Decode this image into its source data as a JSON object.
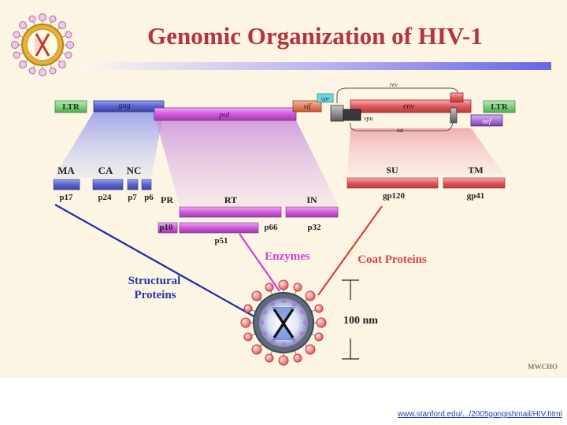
{
  "title": "Genomic Organization of HIV-1",
  "genes": {
    "ltr_left": "LTR",
    "gag": "gag",
    "pol": "pol",
    "vif": "vif",
    "vpr": "vpr",
    "rev": "rev",
    "env": "env",
    "vpu": "vpu",
    "tat": "tat",
    "ltr_right": "LTR",
    "nef": "nef"
  },
  "gag_proteins": {
    "names": [
      "MA",
      "CA",
      "NC"
    ],
    "masses": [
      "p17",
      "p24",
      "p7",
      "p6"
    ]
  },
  "pol_proteins": {
    "names": [
      "PR",
      "RT",
      "IN"
    ],
    "masses": [
      "p10",
      "p66",
      "p32",
      "p51"
    ]
  },
  "env_proteins": {
    "names": [
      "SU",
      "TM"
    ],
    "masses": [
      "gp120",
      "gp41"
    ]
  },
  "labels": {
    "structural_line1": "Structural",
    "structural_line2": "Proteins",
    "enzymes": "Enzymes",
    "coat": "Coat Proteins",
    "scale": "100 nm",
    "credit": "MWCHO"
  },
  "colors": {
    "title": "#b5343b",
    "ltr": "#72c472",
    "gag": "#5a63cc",
    "pol": "#cf5ad9",
    "vif": "#d9613c",
    "vpr": "#6fd7df",
    "env": "#e0585c",
    "nef": "#9c5fd0",
    "tat_rev": "#7a7a7a"
  },
  "source_url": "www.stanford.edu/.../2005gongishmail/HIV.html"
}
